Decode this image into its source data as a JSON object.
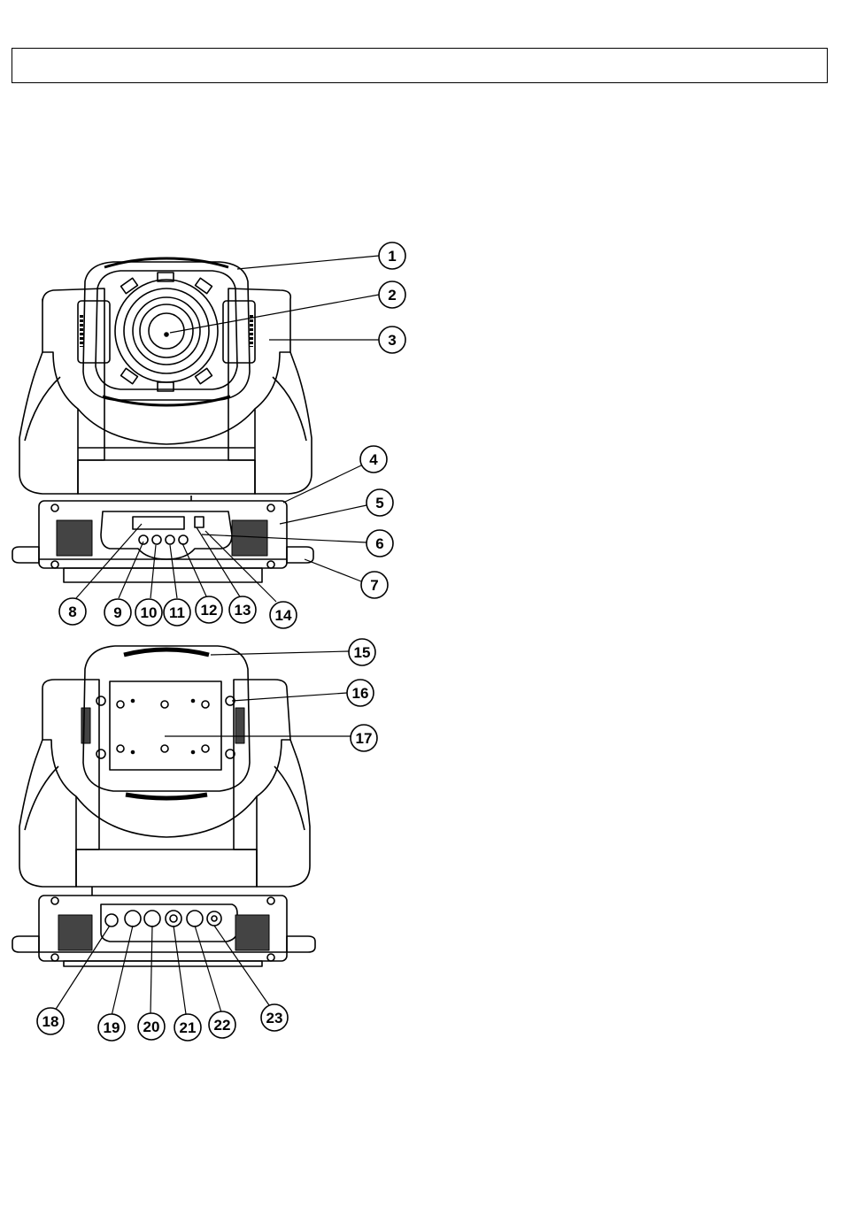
{
  "header": {
    "text": ""
  },
  "front_view": {
    "callouts": [
      "1",
      "2",
      "3",
      "4",
      "5",
      "6",
      "7",
      "8",
      "9",
      "10",
      "11",
      "12",
      "13",
      "14"
    ]
  },
  "rear_view": {
    "callouts": [
      "15",
      "16",
      "17",
      "18",
      "19",
      "20",
      "21",
      "22",
      "23"
    ]
  },
  "colors": {
    "line": "#000000",
    "background": "#ffffff",
    "vent": "#444444"
  }
}
